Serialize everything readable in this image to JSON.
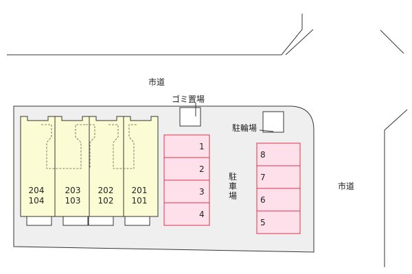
{
  "roads": {
    "top": "市道",
    "right": "市道"
  },
  "facilities": {
    "garbage": "ゴミ置場",
    "bicycle": "駐輪場",
    "parking_lines": [
      "駐",
      "車",
      "場"
    ]
  },
  "units": [
    {
      "upper": "204",
      "lower": "104"
    },
    {
      "upper": "203",
      "lower": "103"
    },
    {
      "upper": "202",
      "lower": "102"
    },
    {
      "upper": "201",
      "lower": "101"
    }
  ],
  "parking_left": [
    "1",
    "2",
    "3",
    "4"
  ],
  "parking_right": [
    "8",
    "7",
    "6",
    "5"
  ],
  "colors": {
    "building_fill": "#fcfcd4",
    "parking_fill": "#fde0ea",
    "parking_stroke": "#e0304a",
    "site_fill": "#efefef"
  }
}
